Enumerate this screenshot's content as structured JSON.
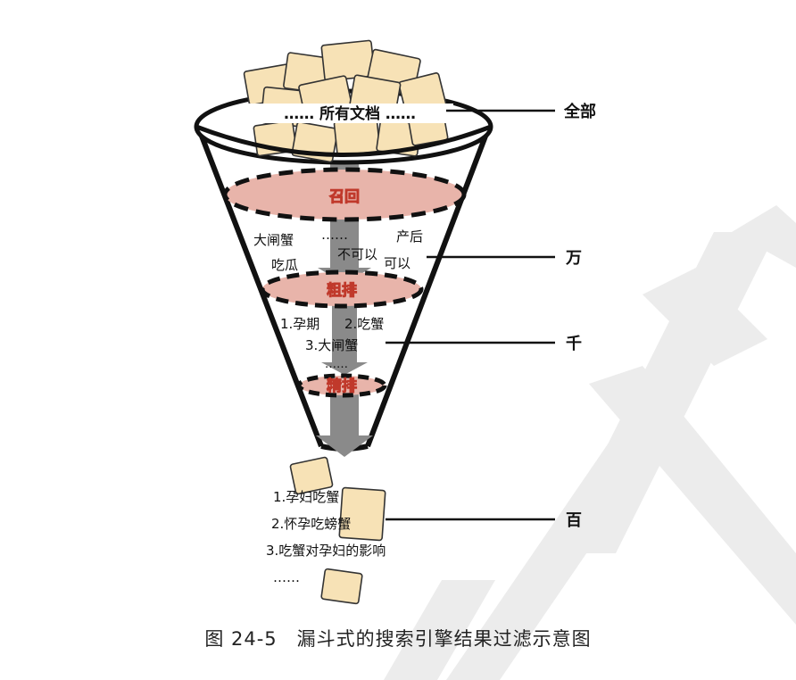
{
  "funnel": {
    "top_label": "…… 所有文档 ……",
    "stages": [
      {
        "name": "召回"
      },
      {
        "name": "粗排"
      },
      {
        "name": "精排"
      }
    ],
    "recall_terms": {
      "t1": "大闸蟹",
      "t2": "……",
      "t3": "产后",
      "t4": "不可以",
      "t5": "吃瓜",
      "t6": "可以"
    },
    "coarse_terms": {
      "t1": "1.孕期",
      "t2": "2.吃蟹",
      "t3": "3.大闸蟹",
      "t4": "……"
    }
  },
  "results": [
    "1.孕妇吃蟹",
    "2.怀孕吃螃蟹",
    "3.吃蟹对孕妇的影响",
    "……"
  ],
  "levels": {
    "all": "全部",
    "wan": "万",
    "qian": "千",
    "bai": "百"
  },
  "caption": "图 24-5　漏斗式的搜索引擎结果过滤示意图",
  "colors": {
    "ellipse_fill": "#e8b4aa",
    "stage_text": "#ffffff",
    "stage_text_outline": "#c0392b",
    "arrow": "#8a8a8a",
    "doc_fill": "#f7e2b6",
    "line": "#111111",
    "watermark": "#ececec"
  }
}
